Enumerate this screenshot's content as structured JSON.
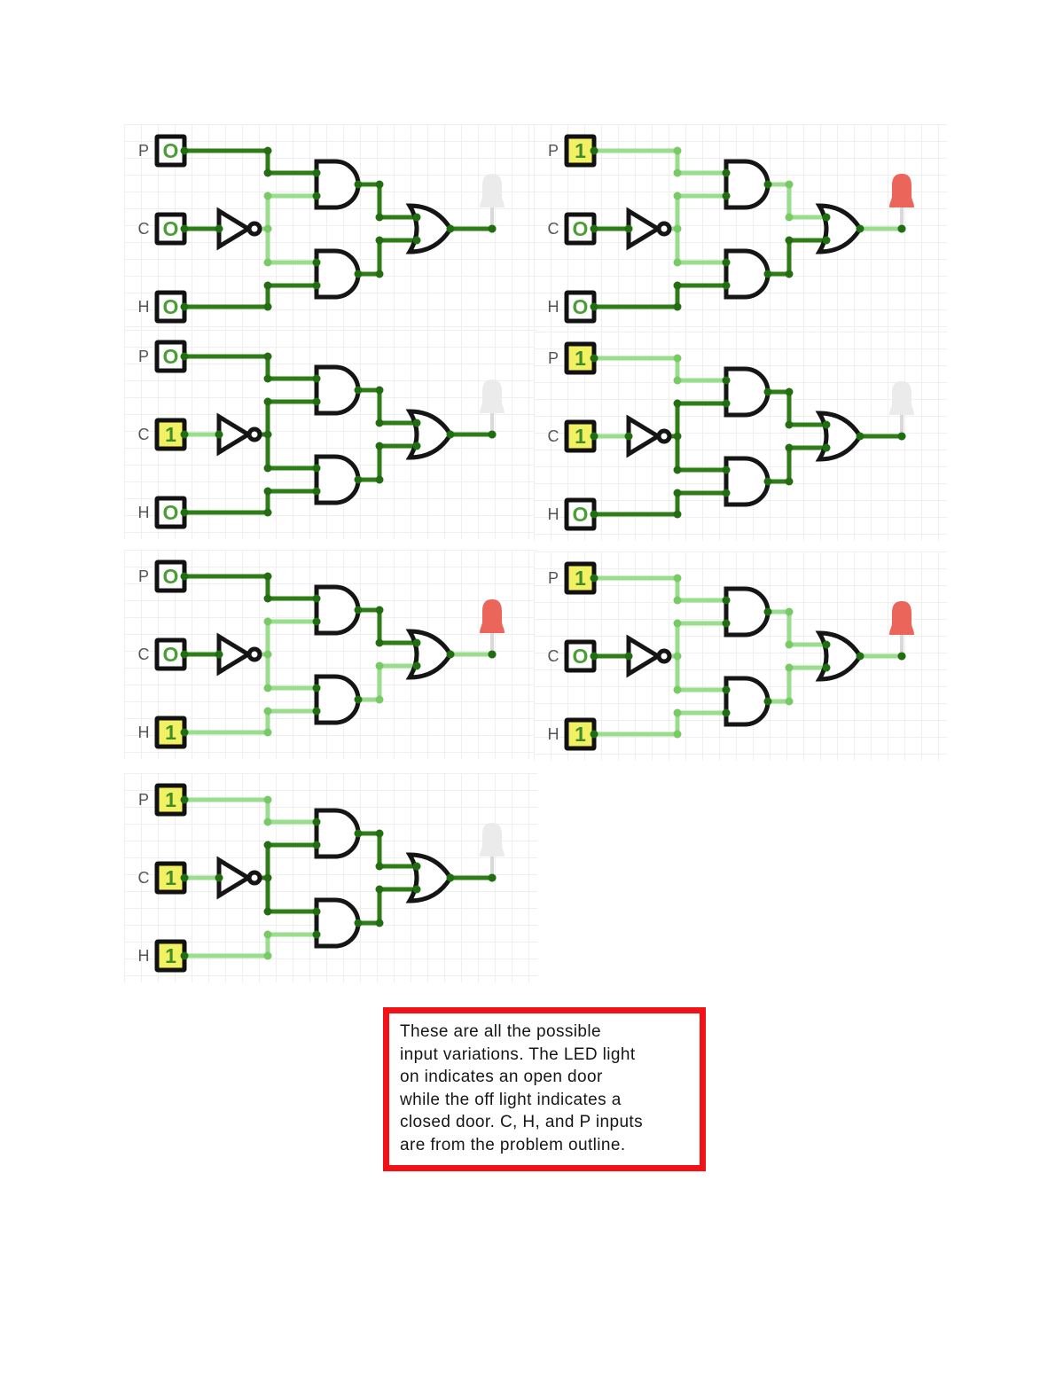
{
  "colors": {
    "wire_high": "#9ade8d",
    "wire_low": "#2e7d17",
    "dot_terminal": "#1f6f10",
    "dot_bend_high": "#77ca66",
    "dot_bend_low": "#256d12",
    "gate_stroke": "#151515",
    "gate_fill": "#ffffff",
    "led_on": "#ec655b",
    "led_off": "#ebebeb",
    "led_stem": "#d9d9d9",
    "input_on_bg": "#f2f063",
    "input_off_bg": "#ffffff",
    "input_on_text": "#3f8c2b",
    "input_off_text": "#4a9e35",
    "box_border": "#111111",
    "label_color": "#555555",
    "caption_border": "#f01216"
  },
  "input_labels": {
    "p": "P",
    "c": "C",
    "h": "H"
  },
  "circuits": [
    {
      "name": "P0-C0-H0",
      "p": 0,
      "c": 0,
      "h": 0,
      "p_display": "O",
      "c_display": "O",
      "h_display": "O",
      "led": "off"
    },
    {
      "name": "P1-C0-H0",
      "p": 1,
      "c": 0,
      "h": 0,
      "p_display": "1",
      "c_display": "O",
      "h_display": "O",
      "led": "on"
    },
    {
      "name": "P0-C1-H0",
      "p": 0,
      "c": 1,
      "h": 0,
      "p_display": "O",
      "c_display": "1",
      "h_display": "O",
      "led": "off"
    },
    {
      "name": "P1-C1-H0",
      "p": 1,
      "c": 1,
      "h": 0,
      "p_display": "1",
      "c_display": "1",
      "h_display": "O",
      "led": "off"
    },
    {
      "name": "P0-C0-H1",
      "p": 0,
      "c": 0,
      "h": 1,
      "p_display": "O",
      "c_display": "O",
      "h_display": "1",
      "led": "on"
    },
    {
      "name": "P1-C0-H1",
      "p": 1,
      "c": 0,
      "h": 1,
      "p_display": "1",
      "c_display": "O",
      "h_display": "1",
      "led": "on"
    },
    {
      "name": "P1-C1-H1",
      "p": 1,
      "c": 1,
      "h": 1,
      "p_display": "1",
      "c_display": "1",
      "h_display": "1",
      "led": "off"
    }
  ],
  "caption": {
    "text": "These are all the possible\ninput variations. The LED light\non indicates an open door\nwhile the off light indicates a\nclosed door. C, H, and P inputs\nare from the problem outline."
  }
}
